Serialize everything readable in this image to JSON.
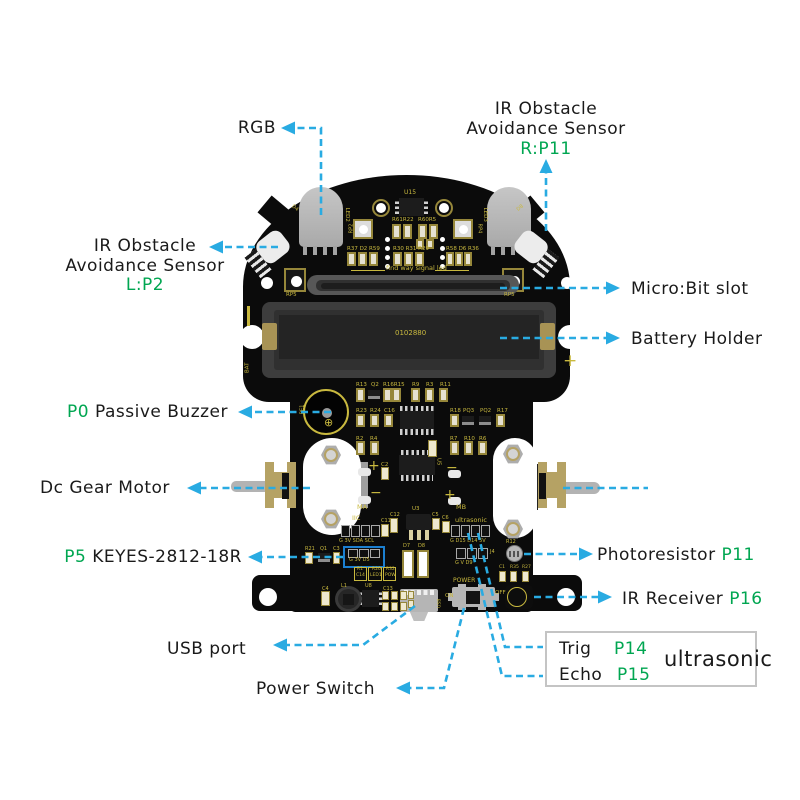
{
  "colors": {
    "board_black": "#0B0B0B",
    "silk_yellow": "#C9B93F",
    "callout_blue": "#29ABE2",
    "pin_green": "#00A651",
    "highlight_box_blue": "#1B7FD0"
  },
  "annotations": {
    "rgb": {
      "label": "RGB"
    },
    "ir_right": {
      "line1": "IR Obstacle",
      "line2": "Avoidance Sensor",
      "pin": "R:P11"
    },
    "ir_left": {
      "line1": "IR Obstacle",
      "line2": "Avoidance Sensor",
      "pin": "L:P2"
    },
    "microbit": {
      "label": "Micro:Bit slot"
    },
    "battery": {
      "label": "Battery Holder"
    },
    "buzzer": {
      "pin": "P0",
      "label": "Passive Buzzer"
    },
    "motor": {
      "label": "Dc Gear Motor"
    },
    "keyes": {
      "pin": "P5",
      "label": "KEYES-2812-18R"
    },
    "photoresistor": {
      "label": "Photoresistor",
      "pin": "P11"
    },
    "ir_receiver": {
      "label": "IR Receiver",
      "pin": "P16"
    },
    "usb": {
      "label": "USB port"
    },
    "power_switch": {
      "label": "Power Switch"
    },
    "ultrasonic": {
      "trig_label": "Trig",
      "trig_pin": "P14",
      "echo_label": "Echo",
      "echo_pin": "P15",
      "title": "ultrasonic"
    }
  },
  "board": {
    "silk": {
      "u15": "U15",
      "led_left": "LED2",
      "led_right": "LED3",
      "d4": "D4",
      "d8": "D8",
      "rp2": "RP2",
      "rp4": "RP4",
      "rp5_left": "RP5",
      "rp5_right": "RP5",
      "r61": "R61R22",
      "r60": "R60R5",
      "row_left": "R37 D2 R59",
      "row_mid": "R30 R31 R29",
      "row_right": "R58 D6 R36",
      "findway": "find way signal led",
      "bat": "BAT",
      "batnum": "0102880",
      "plus_bat": "+",
      "r13": "R13",
      "q2": "Q2",
      "r16r15": "R16R15",
      "r9": "R9",
      "r3": "R3",
      "r11": "R11",
      "be1": "BE1",
      "r23": "R23",
      "r24": "R24",
      "c16": "C16",
      "r18": "R18",
      "pq3": "PQ3",
      "pq2": "PQ2",
      "r17": "R17",
      "r2": "R2",
      "r4": "R4",
      "r7": "R7",
      "r10": "R10",
      "r6": "R6",
      "c2": "C2",
      "u5": "U5",
      "ma": "MA",
      "mb": "MB",
      "plus_l": "+",
      "minus_l": "−",
      "minus_r": "−",
      "plus_r": "+",
      "iic": "IIC",
      "iic_pins": "G 3V SDA SCL",
      "c11": "C11",
      "c12": "C12",
      "u3": "U3",
      "c5": "C5",
      "c6": "C6",
      "us_hdr": "ultrasonic",
      "us_pins": "G D15 D14 5V",
      "r21": "R21",
      "q1": "Q1",
      "c3": "C3",
      "ws_pins": "G 3V D5",
      "j4": "J4",
      "j4_pins": "G V D9",
      "r12": "R12",
      "c1": "C1",
      "r35": "R35",
      "r27": "R27",
      "box1a": "R1",
      "box1b": "C14",
      "box2a": "R20",
      "box2b": "LED1",
      "box3a": "R32",
      "box3b": "POW",
      "d7": "D7",
      "d8b": "D8",
      "c4": "C4",
      "l1": "L1",
      "u8": "U8",
      "c13": "C13",
      "usb_v": "USB",
      "on": "ON",
      "power": "POWER",
      "off": "OFF"
    }
  }
}
